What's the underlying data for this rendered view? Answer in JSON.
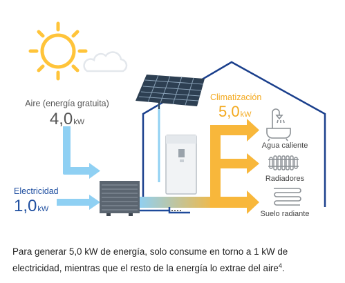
{
  "air": {
    "label": "Aire (energía gratuita)",
    "value": "4,0",
    "unit": "kW"
  },
  "electricity": {
    "label": "Electricidad",
    "value": "1,0",
    "unit": "kW"
  },
  "climatization": {
    "label": "Climatización",
    "value": "5,0",
    "unit": "kW"
  },
  "outputs": [
    {
      "label": "Agua caliente",
      "icon": "bathtub-icon"
    },
    {
      "label": "Radiadores",
      "icon": "radiator-icon"
    },
    {
      "label": "Suelo radiante",
      "icon": "underfloor-heating-icon"
    }
  ],
  "caption": {
    "text": "Para generar 5,0 kW de energía, solo consume en torno a 1 kW de electricidad, mientras que el resto de la energía lo extrae del aire",
    "footnote": "4",
    "end": "."
  },
  "colors": {
    "sun": "#ffc43a",
    "air_arrow": "#8fd0f3",
    "heat_arrow": "#f8b73b",
    "house": "#1a3f8c",
    "climatization_text": "#f3a91f",
    "air_text": "#555555",
    "electricity_text": "#1f4fa0",
    "panel": "#2d3f52",
    "pipe": "#1e4a9a"
  }
}
